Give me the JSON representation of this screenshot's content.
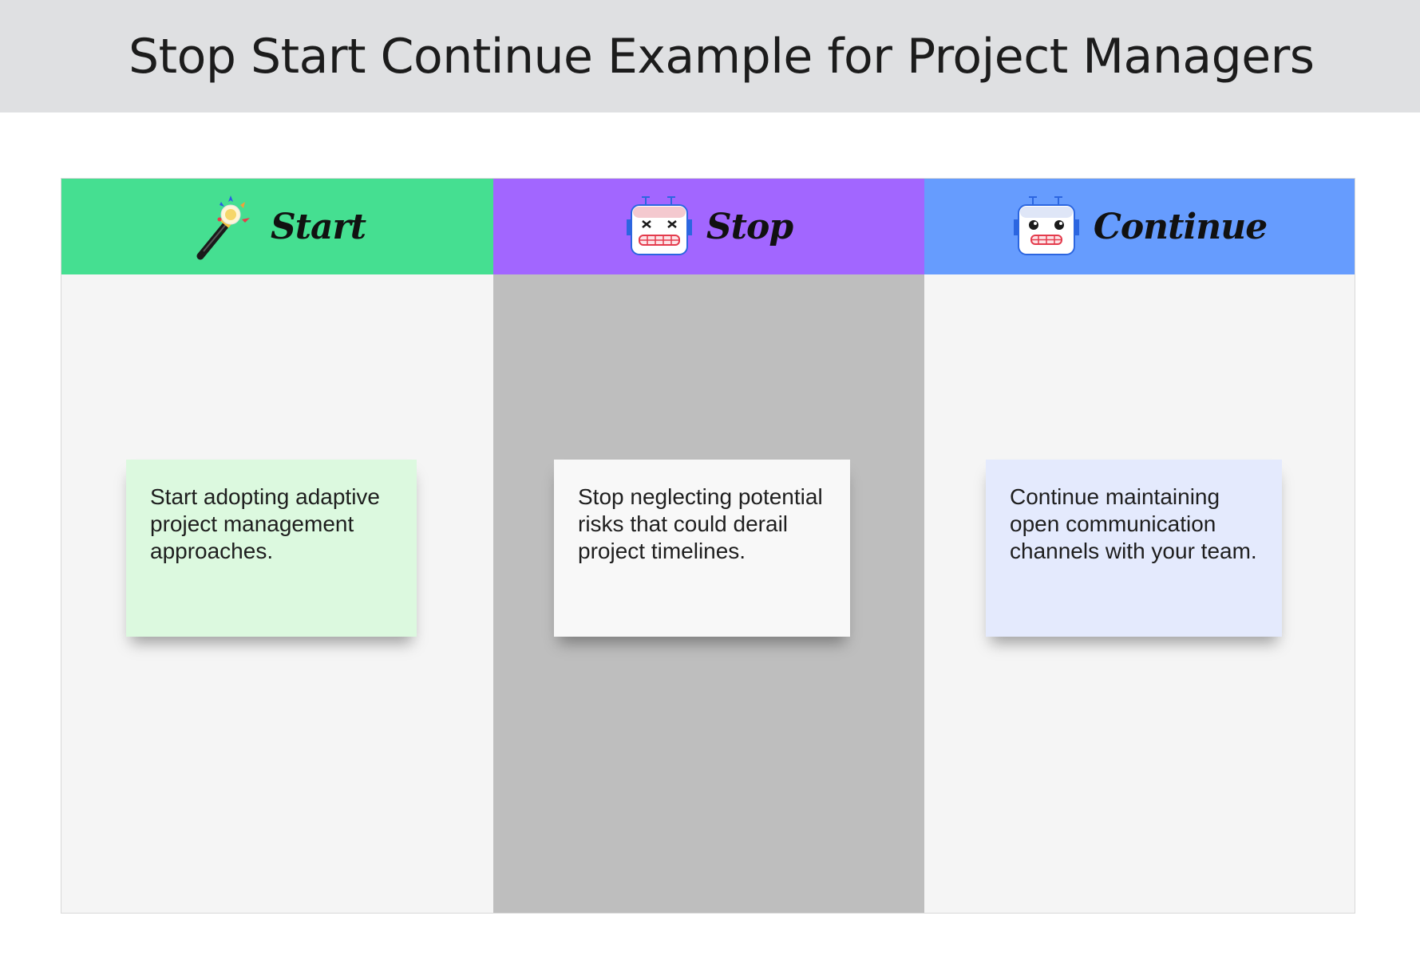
{
  "title": "Stop Start Continue Example for Project Managers",
  "columns": [
    {
      "label": "Start",
      "icon": "magic-wand-icon",
      "color": "#45df91",
      "body_color": "#f5f5f5",
      "note": {
        "text": "Start adopting adaptive project management approaches.",
        "color": "#dcf9df"
      }
    },
    {
      "label": "Stop",
      "icon": "dizzy-robot-icon",
      "color": "#a266ff",
      "body_color": "#bebebe",
      "note": {
        "text": "Stop neglecting potential risks that could derail project timelines.",
        "color": "#f8f8f8"
      }
    },
    {
      "label": "Continue",
      "icon": "happy-robot-icon",
      "color": "#669cfe",
      "body_color": "#f5f5f5",
      "note": {
        "text": "Continue maintaining open communication channels with your team.",
        "color": "#e4eafd"
      }
    }
  ]
}
